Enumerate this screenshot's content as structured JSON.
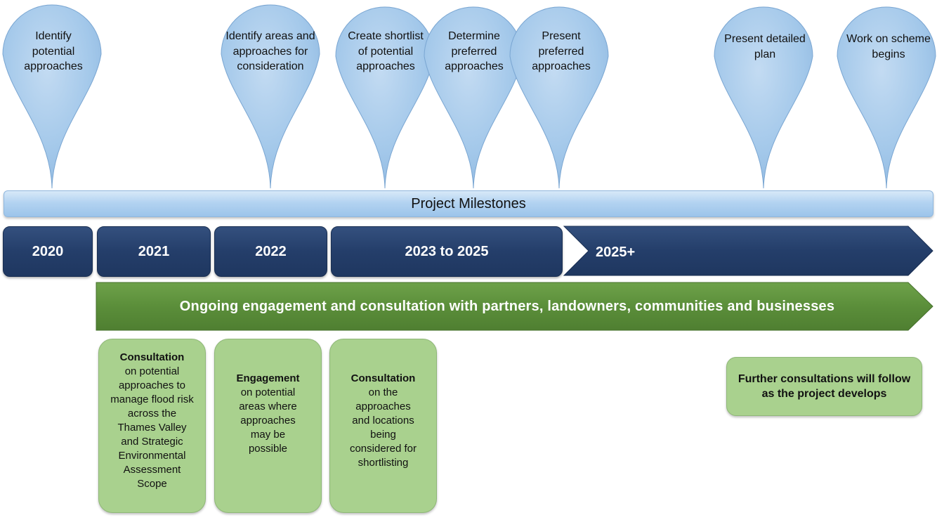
{
  "milestones": [
    {
      "label": "Identify potential approaches"
    },
    {
      "label": "Identify areas and approaches for consideration"
    },
    {
      "label": "Create shortlist of potential approaches"
    },
    {
      "label": "Determine preferred approaches"
    },
    {
      "label": "Present preferred approaches"
    },
    {
      "label": "Present detailed plan"
    },
    {
      "label": "Work on scheme begins"
    }
  ],
  "milestone_bar": "Project Milestones",
  "years": [
    "2020",
    "2021",
    "2022",
    "2023 to 2025",
    "2025+"
  ],
  "engagement_arrow": "Ongoing engagement and consultation with partners, landowners, communities and businesses",
  "boxes": [
    {
      "title": "Consultation",
      "body": "on potential approaches to manage flood risk across the Thames Valley and Strategic Environmental Assessment Scope"
    },
    {
      "title": "Engagement",
      "body": "on potential areas where approaches may be possible"
    },
    {
      "title": "Consultation",
      "body": "on the approaches and locations being considered for shortlisting"
    }
  ],
  "final_note": "Further consultations will follow as the project develops",
  "colors": {
    "pin_fill": "#9dc3e6",
    "pin_stroke": "#7aa6d2",
    "milestone_bar": "#b3d3f1",
    "year_bar": "#243e6a",
    "engagement_arrow": "#5b8e3a",
    "box_fill": "#a9d18e"
  }
}
